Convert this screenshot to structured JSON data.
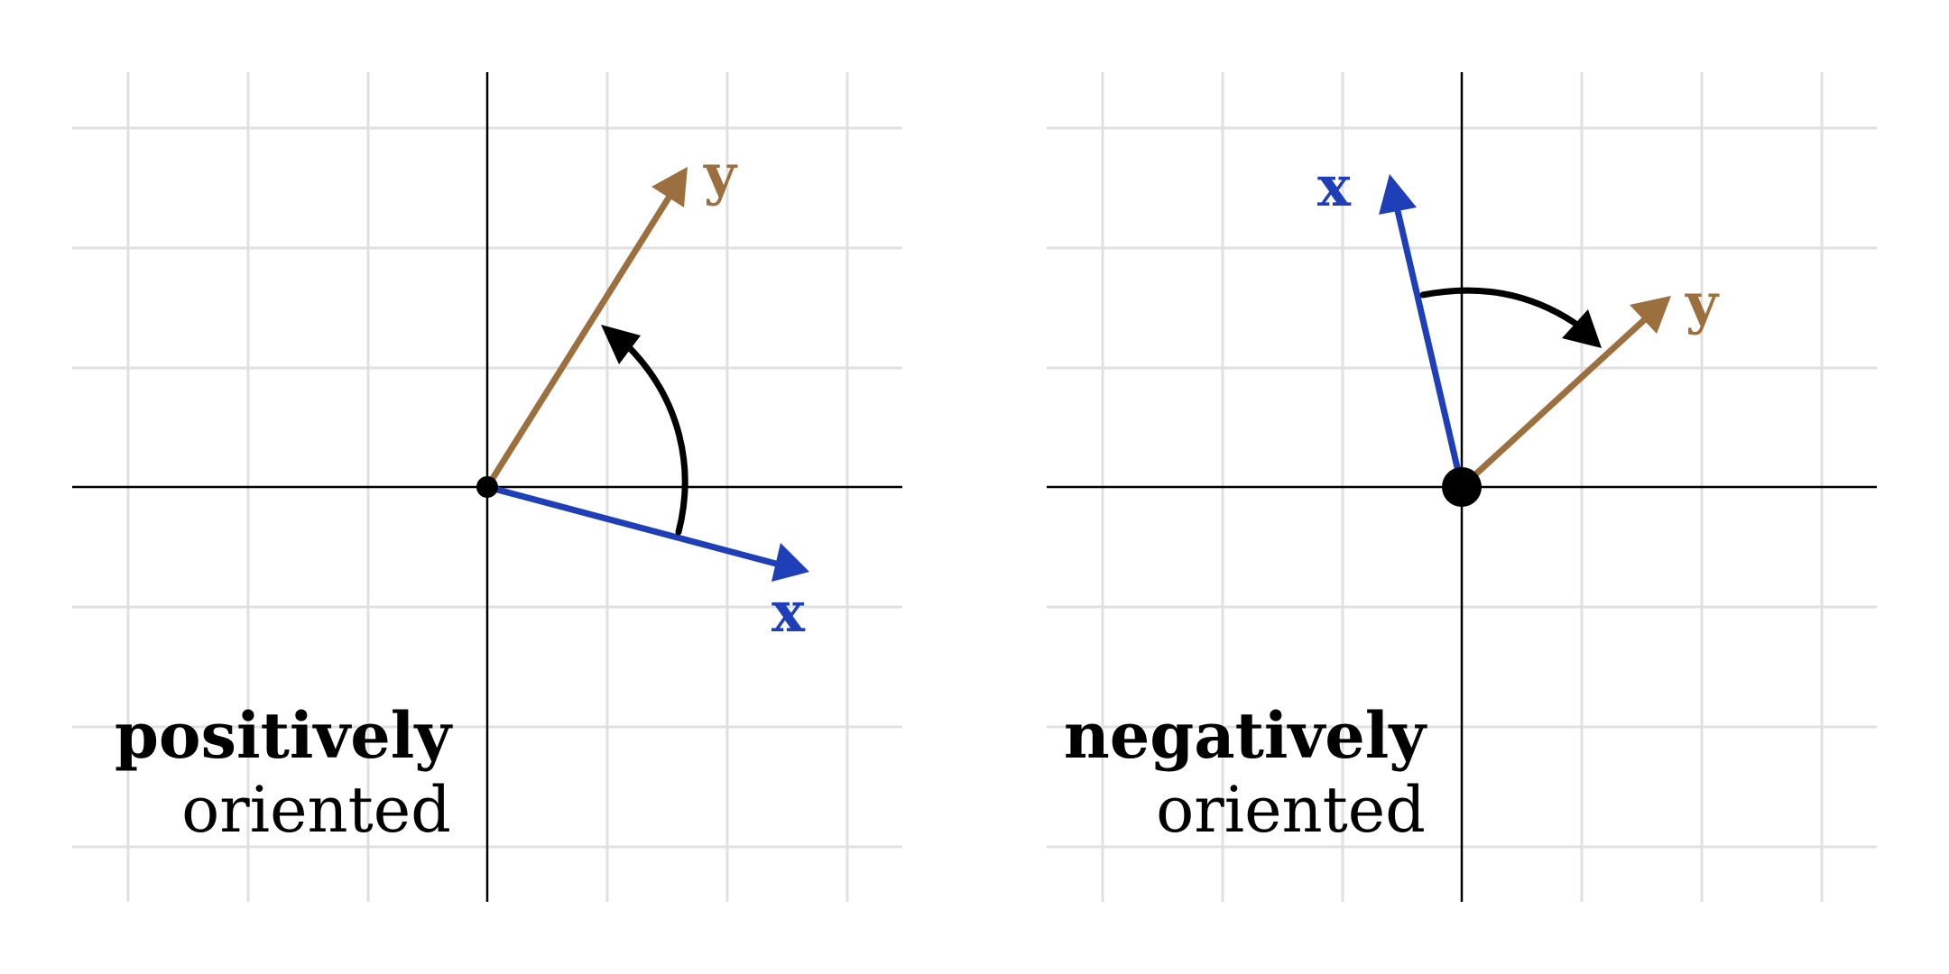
{
  "colors": {
    "background": "#ffffff",
    "grid": "#e0e0e0",
    "axis": "#000000",
    "x_vector": "#1f3fb8",
    "y_vector": "#9c6f3f",
    "rotation_arrow": "#000000",
    "origin": "#000000"
  },
  "panels": [
    {
      "id": "left",
      "caption_bold": "positively",
      "caption_normal": "oriented",
      "x_label": "x",
      "y_label": "y",
      "rotation": "counterclockwise"
    },
    {
      "id": "right",
      "caption_bold": "negatively",
      "caption_normal": "oriented",
      "x_label": "x",
      "y_label": "y",
      "rotation": "clockwise"
    }
  ]
}
